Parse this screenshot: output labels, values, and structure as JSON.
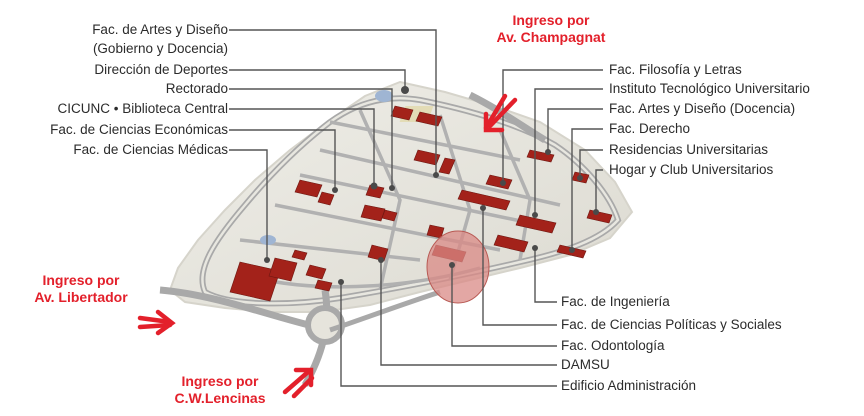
{
  "map": {
    "left_labels": [
      "Fac. de Artes y Diseño",
      "(Gobierno y Docencia)",
      "Dirección de Deportes",
      "Rectorado",
      "CICUNC • Biblioteca Central",
      "Fac. de Ciencias Económicas",
      "Fac. de Ciencias Médicas"
    ],
    "right_labels": [
      "Fac. Filosofía y Letras",
      "Instituto Tecnológico Universitario",
      "Fac. Artes y Diseño (Docencia)",
      "Fac. Derecho",
      "Residencias Universitarias",
      "Hogar y Club Universitarios"
    ],
    "bottom_labels": [
      "Fac. de Ingeniería",
      "Fac. de Ciencias Políticas y Sociales",
      "Fac. Odontología",
      "DAMSU",
      "Edificio Administración"
    ],
    "entrances": {
      "champagnat": [
        "Ingreso por",
        "Av. Champagnat"
      ],
      "libertador": [
        "Ingreso por",
        "Av. Libertador"
      ],
      "lencinas": [
        "Ingreso por",
        "C.W.Lencinas"
      ]
    },
    "colors": {
      "building": "#a3221a",
      "ground": "#e6e4dc",
      "road": "#a9a9a9",
      "accent": "#e3202b",
      "leader": "#555555"
    }
  }
}
